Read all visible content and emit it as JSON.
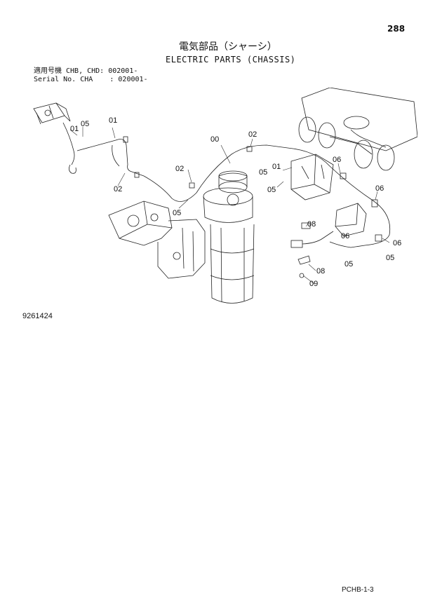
{
  "page_number": "288",
  "title_ja": "電気部品（シャーシ）",
  "title_en": "ELECTRIC PARTS (CHASSIS)",
  "serial_lines": [
    "適用号機 CHB, CHD: 002001-",
    "Serial No. CHA    : 020001-"
  ],
  "callouts": [
    "01",
    "05",
    "01",
    "02",
    "00",
    "02",
    "05",
    "02",
    "05",
    "01",
    "05",
    "06",
    "06",
    "08",
    "06",
    "06",
    "05",
    "08",
    "05",
    "09"
  ],
  "drawing_number": "9261424",
  "footer_code": "PCHB-1-3"
}
